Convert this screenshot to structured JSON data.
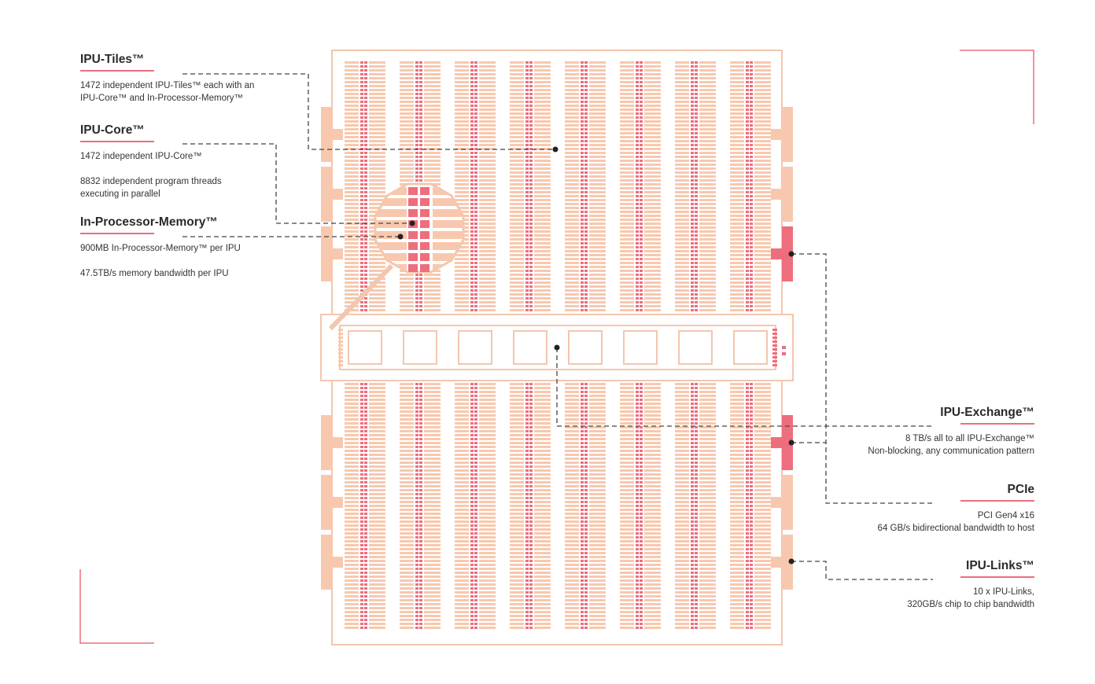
{
  "colors": {
    "accent": "#e8707c",
    "chip_outline": "#f3c6ae",
    "tile_fill": "#f8c8ae",
    "core_fill": "#ed6e7d",
    "leader_line": "#444444"
  },
  "labels": {
    "ipu_tiles": {
      "title": "IPU-Tiles™",
      "lines": [
        "1472 independent IPU-Tiles™ each with an",
        "IPU-Core™ and In-Processor-Memory™"
      ]
    },
    "ipu_core": {
      "title": "IPU-Core™",
      "lines": [
        "1472 independent IPU-Core™",
        "8832 independent program threads",
        "executing in parallel"
      ]
    },
    "in_processor_memory": {
      "title": "In-Processor-Memory™",
      "lines": [
        "900MB In-Processor-Memory™ per IPU",
        "47.5TB/s memory bandwidth per IPU"
      ]
    },
    "ipu_exchange": {
      "title": "IPU-Exchange™",
      "lines": [
        "8 TB/s all to all IPU-Exchange™",
        "Non-blocking, any communication pattern"
      ]
    },
    "pcie": {
      "title": "PCIe",
      "lines": [
        "PCI Gen4 x16",
        "64 GB/s bidirectional bandwidth to host"
      ]
    },
    "ipu_links": {
      "title": "IPU-Links™",
      "lines": [
        "10 x IPU-Links,",
        "320GB/s chip to chip bandwidth"
      ]
    }
  }
}
